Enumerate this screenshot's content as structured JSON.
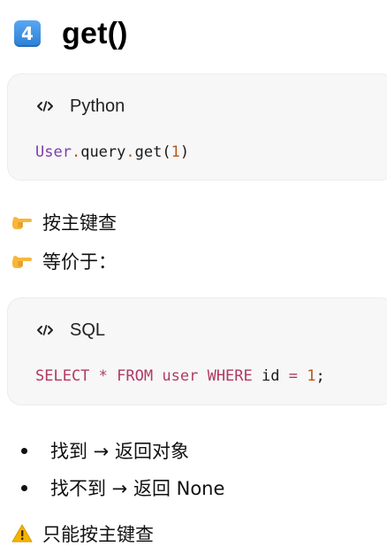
{
  "heading": {
    "number": "4",
    "title": "get()"
  },
  "python_block": {
    "language": "Python",
    "code_tokens": [
      {
        "text": "User",
        "style": "purple"
      },
      {
        "text": ".",
        "style": "orange"
      },
      {
        "text": "query",
        "style": "plain"
      },
      {
        "text": ".",
        "style": "orange"
      },
      {
        "text": "get(",
        "style": "plain"
      },
      {
        "text": "1",
        "style": "orange"
      },
      {
        "text": ")",
        "style": "plain"
      }
    ]
  },
  "notes": [
    {
      "icon": "pointing-hand-icon",
      "text": "按主键查"
    },
    {
      "icon": "pointing-hand-icon",
      "text": "等价于："
    }
  ],
  "sql_block": {
    "language": "SQL",
    "code_tokens": [
      {
        "text": "SELECT",
        "style": "keyword"
      },
      {
        "text": " ",
        "style": "plain"
      },
      {
        "text": "*",
        "style": "keyword"
      },
      {
        "text": " ",
        "style": "plain"
      },
      {
        "text": "FROM",
        "style": "keyword"
      },
      {
        "text": " ",
        "style": "plain"
      },
      {
        "text": "user",
        "style": "keyword"
      },
      {
        "text": " ",
        "style": "plain"
      },
      {
        "text": "WHERE",
        "style": "keyword"
      },
      {
        "text": " id ",
        "style": "plain"
      },
      {
        "text": "=",
        "style": "keyword"
      },
      {
        "text": " ",
        "style": "plain"
      },
      {
        "text": "1",
        "style": "orange"
      },
      {
        "text": ";",
        "style": "plain"
      }
    ]
  },
  "bullets": [
    "找到 → 返回对象",
    "找不到 → 返回 None"
  ],
  "warning": {
    "icon": "warning-icon",
    "text": "只能按主键查"
  },
  "colors": {
    "badge_blue": "#2b7fd6",
    "code_bg": "#f7f7f7",
    "token_purple": "#7b3fb0",
    "token_orange": "#b35a1f",
    "token_keyword": "#b03a64"
  }
}
